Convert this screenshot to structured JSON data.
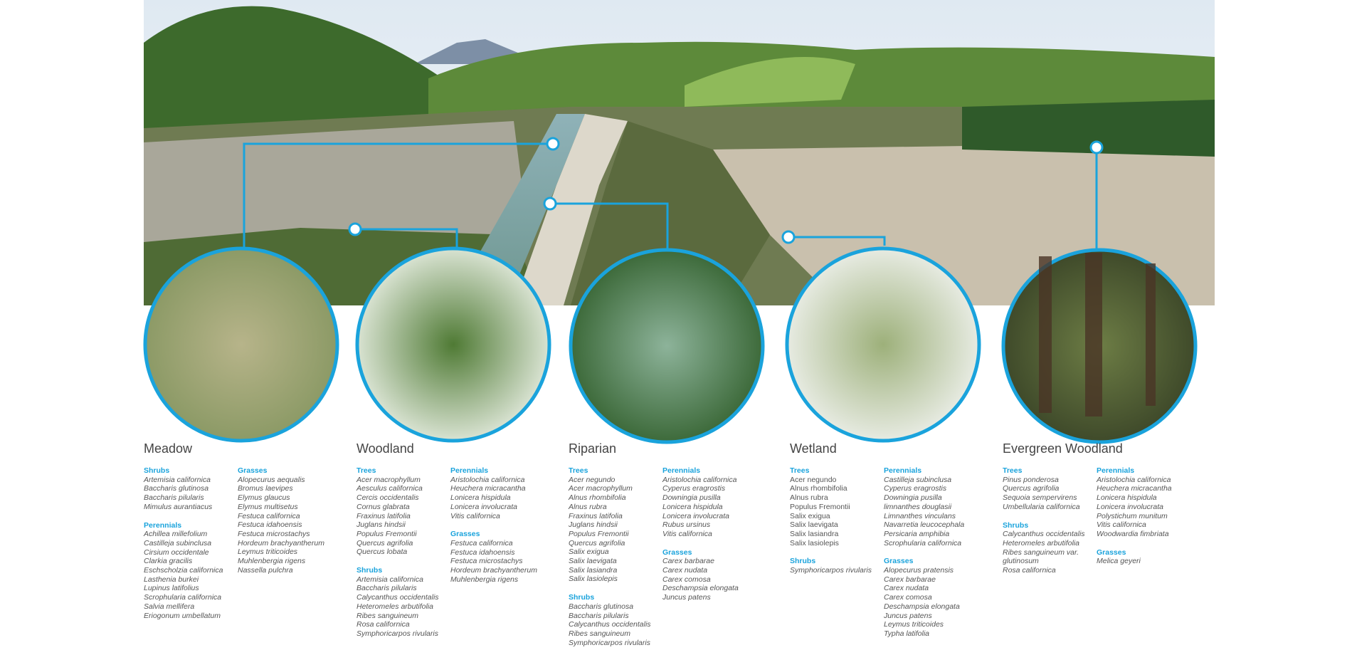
{
  "accent_color": "#1aa3dc",
  "habitats": [
    {
      "title": "Meadow",
      "columns": [
        [
          {
            "label": "Shrubs",
            "items": [
              "Artemisia californica",
              "Baccharis glutinosa",
              "Baccharis pilularis",
              "Mimulus aurantiacus"
            ]
          },
          {
            "label": "Perennials",
            "items": [
              "Achillea millefolium",
              "Castilleja subinclusa",
              "Cirsium occidentale",
              "Clarkia gracilis",
              "Eschscholzia californica",
              "Lasthenia burkei",
              "Lupinus latifolius",
              "Scrophularia californica",
              "Salvia mellifera",
              "Eriogonum umbellatum"
            ]
          }
        ],
        [
          {
            "label": "Grasses",
            "items": [
              "Alopecurus aequalis",
              "Bromus laevipes",
              "Elymus glaucus",
              "Elymus multisetus",
              "Festuca californica",
              "Festuca idahoensis",
              "Festuca microstachys",
              "Hordeum brachyantherum",
              "Leymus triticoides",
              "Muhlenbergia rigens",
              "Nassella pulchra"
            ]
          }
        ]
      ]
    },
    {
      "title": "Woodland",
      "columns": [
        [
          {
            "label": "Trees",
            "items": [
              "Acer macrophyllum",
              "Aesculus californica",
              "Cercis occidentalis",
              "Cornus glabrata",
              "Fraxinus latifolia",
              "Juglans hindsii",
              "Populus Fremontii",
              "Quercus agrifolia",
              "Quercus lobata"
            ]
          },
          {
            "label": "Shrubs",
            "items": [
              "Artemisia californica",
              "Baccharis pilularis",
              "Calycanthus occidentalis",
              "Heteromeles arbutifolia",
              "Ribes sanguineum",
              "Rosa californica",
              "Symphoricarpos rivularis"
            ]
          }
        ],
        [
          {
            "label": "Perennials",
            "items": [
              "Aristolochia californica",
              "Heuchera micracantha",
              "Lonicera hispidula",
              "Lonicera involucrata",
              "Vitis californica"
            ]
          },
          {
            "label": "Grasses",
            "items": [
              "Festuca californica",
              "Festuca idahoensis",
              "Festuca microstachys",
              "Hordeum brachyantherum",
              "Muhlenbergia rigens"
            ]
          }
        ]
      ]
    },
    {
      "title": "Riparian",
      "columns": [
        [
          {
            "label": "Trees",
            "items": [
              "Acer negundo",
              "Acer macrophyllum",
              "Alnus rhombifolia",
              "Alnus rubra",
              "Fraxinus latifolia",
              "Juglans hindsii",
              "Populus Fremontii",
              "Quercus agrifolia",
              "Salix exigua",
              "Salix laevigata",
              "Salix lasiandra",
              "Salix lasiolepis"
            ]
          },
          {
            "label": "Shrubs",
            "items": [
              "Baccharis glutinosa",
              "Baccharis pilularis",
              "Calycanthus occidentalis",
              "Ribes sanguineum",
              "Symphoricarpos rivularis"
            ]
          }
        ],
        [
          {
            "label": "Perennials",
            "items": [
              "Aristolochia californica",
              "Cyperus eragrostis",
              "Downingia pusilla",
              "Lonicera hispidula",
              "Lonicera involucrata",
              "Rubus ursinus",
              "Vitis californica"
            ]
          },
          {
            "label": "Grasses",
            "items": [
              "Carex barbarae",
              "Carex nudata",
              "Carex comosa",
              "Deschampsia elongata",
              "Juncus patens"
            ]
          }
        ]
      ]
    },
    {
      "title": "Wetland",
      "columns": [
        [
          {
            "label": "Trees",
            "upright": true,
            "items": [
              "Acer negundo",
              "Alnus rhombifolia",
              "Alnus rubra",
              "Populus Fremontii",
              "Salix exigua",
              "Salix laevigata",
              "Salix lasiandra",
              "Salix lasiolepis"
            ]
          },
          {
            "label": "Shrubs",
            "items": [
              "Symphoricarpos rivularis"
            ]
          }
        ],
        [
          {
            "label": "Perennials",
            "items": [
              "Castilleja subinclusa",
              "Cyperus eragrostis",
              "Downingia pusilla",
              "limnanthes douglasii",
              "Limnanthes vinculans",
              "Navarretia leucocephala",
              "Persicaria amphibia",
              "Scrophularia californica"
            ]
          },
          {
            "label": "Grasses",
            "items": [
              "Alopecurus pratensis",
              "Carex barbarae",
              "Carex nudata",
              "Carex comosa",
              "Deschampsia elongata",
              "Juncus patens",
              "Leymus triticoides",
              "Typha latifolia"
            ]
          }
        ]
      ]
    },
    {
      "title": "Evergreen Woodland",
      "columns": [
        [
          {
            "label": "Trees",
            "items": [
              "Pinus ponderosa",
              "Quercus agrifolia",
              "Sequoia sempervirens",
              "Umbellularia californica"
            ]
          },
          {
            "label": "Shrubs",
            "items": [
              "Calycanthus occidentalis",
              "Heteromeles arbutifolia",
              "Ribes sanguineum var.",
              "glutinosum",
              "Rosa californica"
            ]
          }
        ],
        [
          {
            "label": "Perennials",
            "items": [
              "Aristolochia californica",
              "Heuchera micracantha",
              "Lonicera hispidula",
              "Lonicera involucrata",
              "Polystichum munitum",
              "Vitis californica",
              "Woodwardia fimbriata"
            ]
          },
          {
            "label": "Grasses",
            "items": [
              "Melica geyeri"
            ]
          }
        ]
      ]
    }
  ]
}
